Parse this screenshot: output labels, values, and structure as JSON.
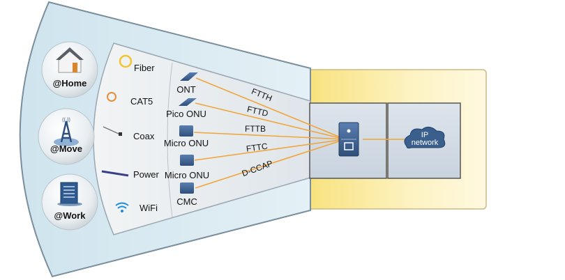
{
  "diagram": {
    "locations": [
      {
        "label": "@Home",
        "icon": "house-icon"
      },
      {
        "label": "@Move",
        "icon": "tower-icon"
      },
      {
        "label": "@Work",
        "icon": "building-icon"
      }
    ],
    "media": [
      {
        "label": "Fiber",
        "icon": "fiber-cable-icon"
      },
      {
        "label": "CAT5",
        "icon": "cat5-cable-icon"
      },
      {
        "label": "Coax",
        "icon": "coax-cable-icon"
      },
      {
        "label": "Power",
        "icon": "power-cable-icon"
      },
      {
        "label": "WiFi",
        "icon": "wifi-icon"
      }
    ],
    "devices": [
      {
        "label": "ONT",
        "icon": "ont-icon"
      },
      {
        "label": "Pico ONU",
        "icon": "ont-icon"
      },
      {
        "label": "Micro ONU",
        "icon": "onu-box-icon"
      },
      {
        "label": "Micro ONU",
        "icon": "onu-box-icon"
      },
      {
        "label": "CMC",
        "icon": "onu-box-icon"
      }
    ],
    "technologies": [
      "FTTH",
      "FTTD",
      "FTTB",
      "FTTC",
      "D-CCAP"
    ],
    "olt": {
      "icon": "olt-icon"
    },
    "network": {
      "line1": "IP",
      "line2": "network"
    },
    "colors": {
      "link": "#f0a53a",
      "outer_fan": "#d6e9f1",
      "inner_fan": "#e8ecef",
      "yellow_panel": "#fbe89a",
      "device_blue": "#3d5f8c"
    }
  }
}
